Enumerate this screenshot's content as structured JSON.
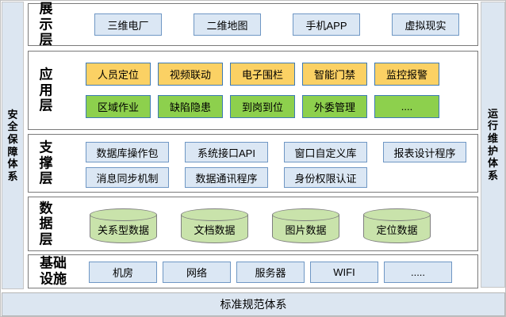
{
  "framework": {
    "left_bar": "安全保障体系",
    "right_bar": "运行维护体系",
    "bottom_bar": "标准规范体系"
  },
  "layers": {
    "display": {
      "label": "展示层",
      "items": [
        "三维电厂",
        "二维地图",
        "手机APP",
        "虚拟现实"
      ]
    },
    "application": {
      "label": "应用层",
      "rows": [
        [
          "人员定位",
          "视频联动",
          "电子围栏",
          "智能门禁",
          "监控报警"
        ],
        [
          "区域作业",
          "缺陷隐患",
          "到岗到位",
          "外委管理",
          "...."
        ]
      ]
    },
    "support": {
      "label": "支撑层",
      "rows": [
        [
          "数据库操作包",
          "系统接口API",
          "窗口自定义库",
          "报表设计程序"
        ],
        [
          "消息同步机制",
          "数据通讯程序",
          "身份权限认证"
        ]
      ]
    },
    "data": {
      "label": "数据层",
      "items": [
        "关系型数据",
        "文档数据",
        "图片数据",
        "定位数据"
      ]
    },
    "infrastructure": {
      "label": "基础设施",
      "items": [
        "机房",
        "网络",
        "服务器",
        "WIFI",
        "....."
      ]
    }
  },
  "colors": {
    "bar_fill": "#dce6f1",
    "blue_box_fill": "#dbe7f4",
    "blue_box_border": "#6f97c4",
    "yellow_box_fill": "#fbd164",
    "green_box_fill": "#8dd04d",
    "colored_box_border": "#3d7ab5",
    "cylinder_fill": "#c9e3ab",
    "cylinder_border": "#7f7f7f",
    "layer_border": "#7a7a7a"
  }
}
